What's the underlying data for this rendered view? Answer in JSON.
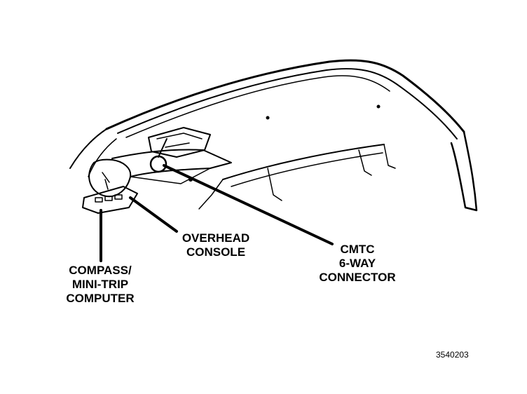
{
  "labels": {
    "overhead_console": [
      "OVERHEAD",
      "CONSOLE"
    ],
    "cmtc_connector": [
      "CMTC",
      "6-WAY",
      "CONNECTOR"
    ],
    "compass_computer": [
      "COMPASS/",
      "MINI-TRIP",
      "COMPUTER"
    ]
  },
  "figure_number": "3540203",
  "colors": {
    "ink": "#000000",
    "background": "#ffffff"
  }
}
